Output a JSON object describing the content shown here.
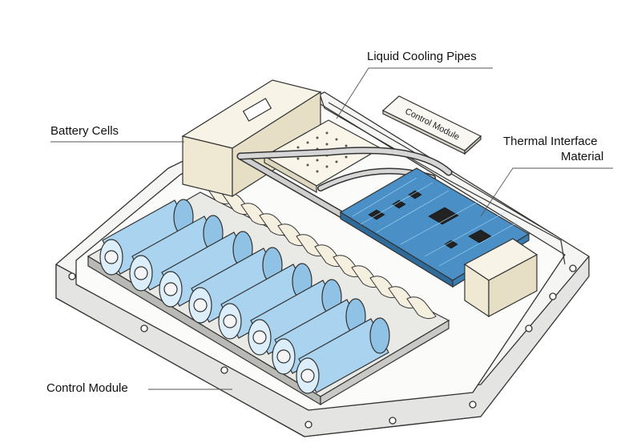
{
  "labels": {
    "liquid_cooling_pipes": "Liquid Cooling Pipes",
    "battery_cells": "Battery Cells",
    "thermal_interface_line1": "Thermal Interface",
    "thermal_interface_line2": "Material",
    "control_module_bottom": "Control Module",
    "control_module_box": "Control Module"
  },
  "colors": {
    "cell_blue": "#a9d3ee",
    "cell_blue_dark": "#7fb6dc",
    "pcb_blue": "#4a90c6",
    "outline": "#333333",
    "housing": "#f2f2f0",
    "block": "#f3eedc"
  }
}
